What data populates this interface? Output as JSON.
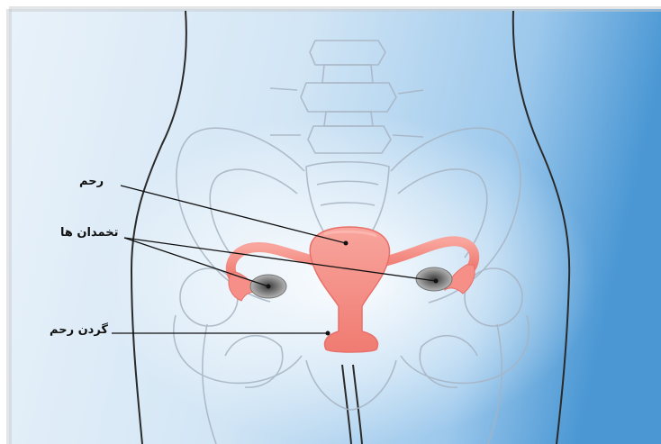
{
  "labels": {
    "uterus": "رحم",
    "ovaries": "تخمدان ها",
    "cervix": "گردن رحم"
  },
  "colors": {
    "background_light": "#f4f8fc",
    "background_blue": "#4a97d4",
    "organ_fill": "#f58f87",
    "organ_stroke": "#e8706a",
    "bone_stroke": "#a7b4c2",
    "body_outline": "#2a2a2a",
    "ovary_fill": "#8d8d8d",
    "leader_line": "#111111"
  }
}
